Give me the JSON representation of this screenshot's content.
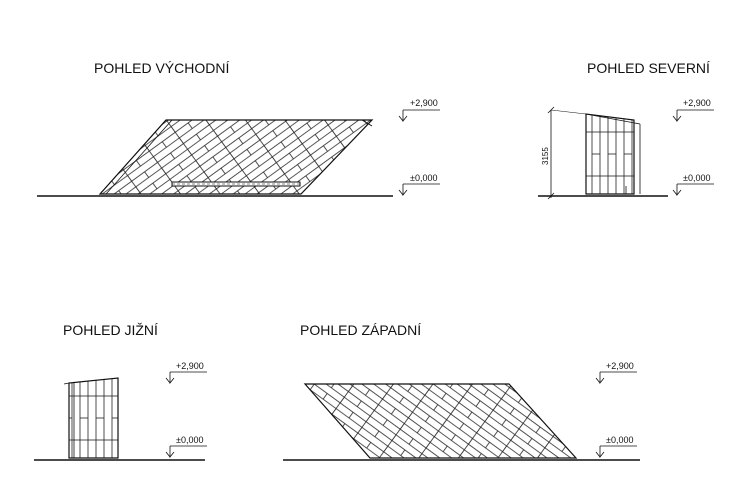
{
  "views": {
    "east": {
      "title": "POHLED VÝCHODNÍ",
      "level_top": "+2,900",
      "level_bottom": "±0,000"
    },
    "north": {
      "title": "POHLED SEVERNÍ",
      "level_top": "+2,900",
      "level_bottom": "±0,000",
      "dimension": "3155"
    },
    "south": {
      "title": "POHLED JIŽNÍ",
      "level_top": "+2,900",
      "level_bottom": "±0,000"
    },
    "west": {
      "title": "POHLED ZÁPADNÍ",
      "level_top": "+2,900",
      "level_bottom": "±0,000"
    }
  }
}
